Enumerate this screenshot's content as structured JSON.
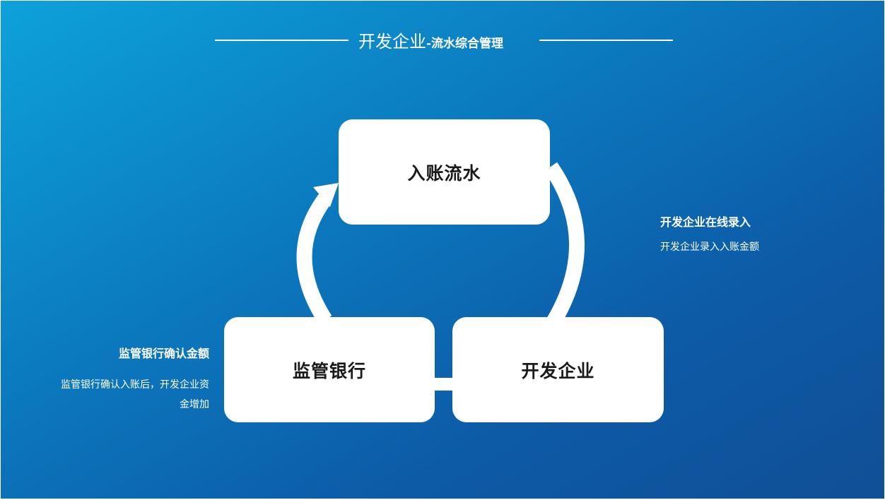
{
  "title": {
    "main": "开发企业",
    "sub": "-流水综合管理"
  },
  "nodes": {
    "top": "入账流水",
    "left": "监管银行",
    "right": "开发企业"
  },
  "notes": {
    "right": {
      "title": "开发企业在线录入",
      "body": "开发企业录入入账金额"
    },
    "left": {
      "title": "监管银行确认金额",
      "body": "监管银行确认入账后，开发企业资金增加"
    }
  },
  "colors": {
    "background_start": "#0da2da",
    "background_end": "#104f96",
    "node_fill": "#ffffff",
    "text_dark": "#1a1a1a"
  }
}
